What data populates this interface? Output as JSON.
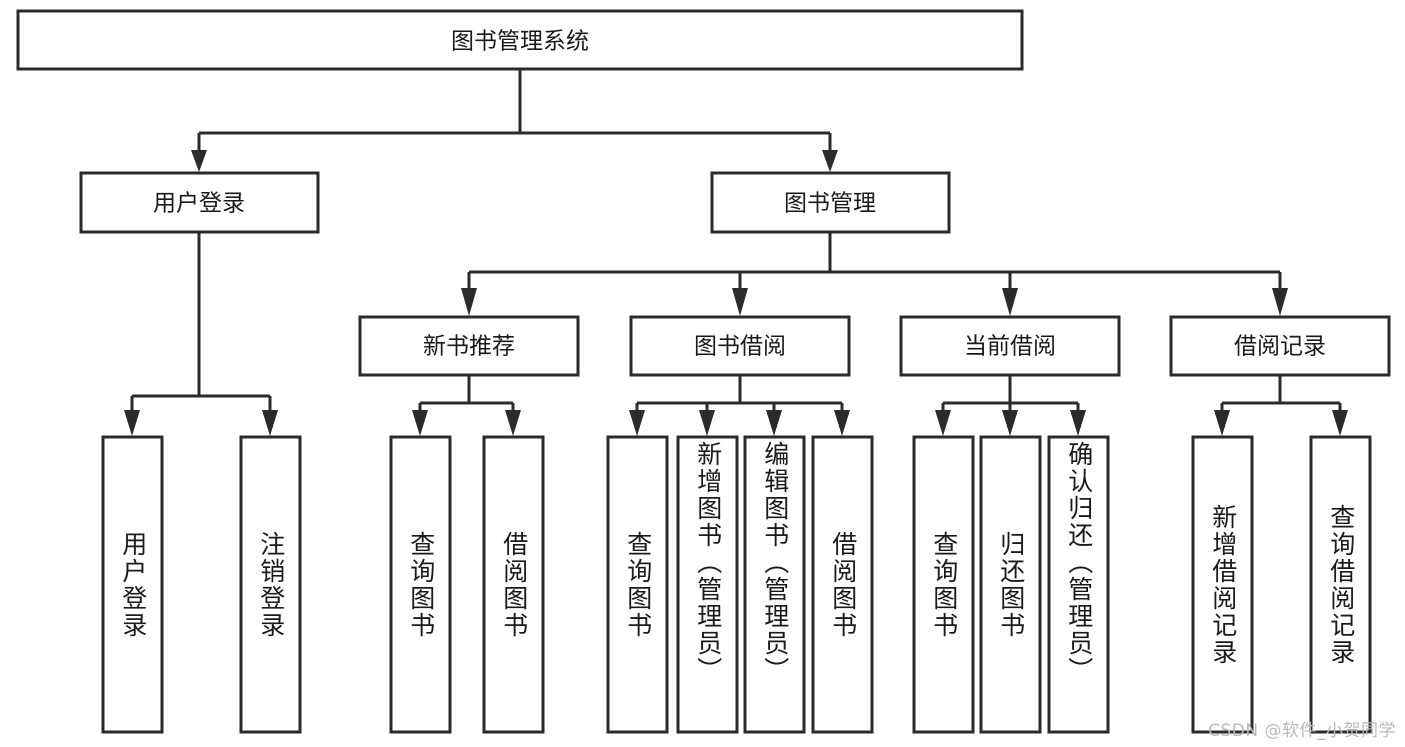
{
  "diagram": {
    "title": "图书管理系统",
    "type": "tree",
    "watermark": "CSDN @软件_小贺同学",
    "colors": {
      "stroke": "#2b2b2b",
      "fill": "#ffffff",
      "text": "#1a1a1a",
      "watermark": "#b9b9b9",
      "background": "#ffffff"
    },
    "levels": {
      "root": {
        "label": "图书管理系统"
      },
      "level2": [
        {
          "id": "user-login",
          "label": "用户登录"
        },
        {
          "id": "book-manage",
          "label": "图书管理"
        }
      ],
      "level3": [
        {
          "id": "new-book-recommend",
          "label": "新书推荐",
          "parent": "book-manage"
        },
        {
          "id": "book-borrow",
          "label": "图书借阅",
          "parent": "book-manage"
        },
        {
          "id": "current-borrow",
          "label": "当前借阅",
          "parent": "book-manage"
        },
        {
          "id": "borrow-record",
          "label": "借阅记录",
          "parent": "book-manage"
        }
      ],
      "leaves": [
        {
          "id": "leaf-user-login",
          "label": "用户登录",
          "parent": "user-login"
        },
        {
          "id": "leaf-user-logout",
          "label": "注销登录",
          "parent": "user-login"
        },
        {
          "id": "leaf-query-book-1",
          "label": "查询图书",
          "parent": "new-book-recommend"
        },
        {
          "id": "leaf-borrow-book-1",
          "label": "借阅图书",
          "parent": "new-book-recommend"
        },
        {
          "id": "leaf-query-book-2",
          "label": "查询图书",
          "parent": "book-borrow"
        },
        {
          "id": "leaf-add-book",
          "label": "新增图书（管理员）",
          "parent": "book-borrow"
        },
        {
          "id": "leaf-edit-book",
          "label": "编辑图书（管理员）",
          "parent": "book-borrow"
        },
        {
          "id": "leaf-borrow-book-2",
          "label": "借阅图书",
          "parent": "book-borrow"
        },
        {
          "id": "leaf-query-book-3",
          "label": "查询图书",
          "parent": "current-borrow"
        },
        {
          "id": "leaf-return-book",
          "label": "归还图书",
          "parent": "current-borrow"
        },
        {
          "id": "leaf-confirm-return",
          "label": "确认归还（管理员）",
          "parent": "current-borrow"
        },
        {
          "id": "leaf-add-record",
          "label": "新增借阅记录",
          "parent": "borrow-record"
        },
        {
          "id": "leaf-query-record",
          "label": "查询借阅记录",
          "parent": "borrow-record"
        }
      ]
    }
  }
}
